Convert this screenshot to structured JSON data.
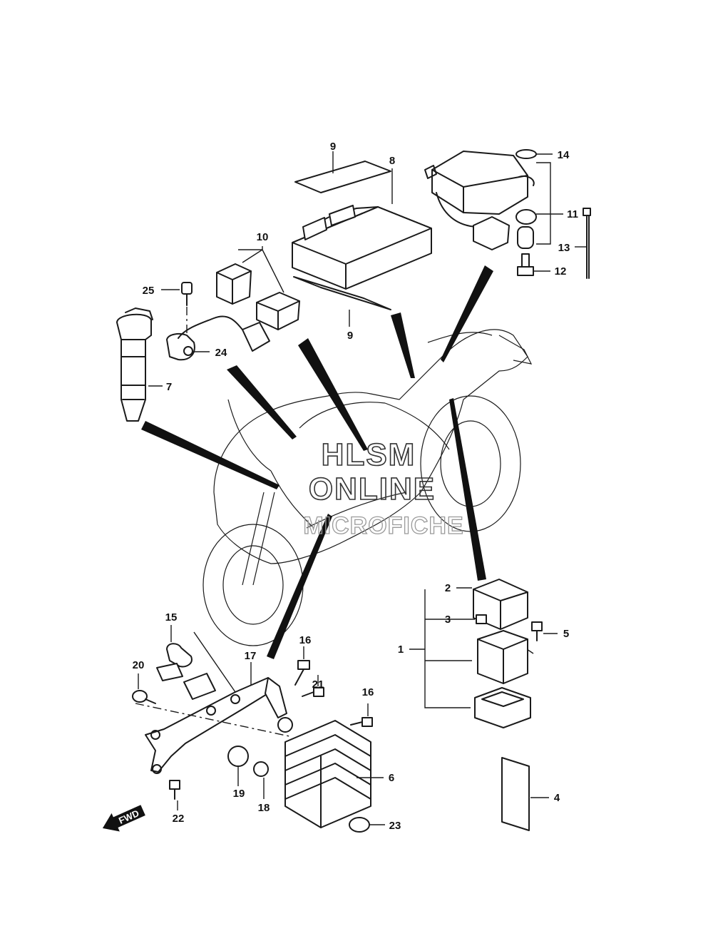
{
  "watermark": {
    "line1": "HLSM",
    "line2": "ONLINE",
    "line3": "MICROFICHE"
  },
  "fwd_label": "FWD",
  "callouts": {
    "c1": "1",
    "c2": "2",
    "c3": "3",
    "c4": "4",
    "c5": "5",
    "c6": "6",
    "c7": "7",
    "c8": "8",
    "c9a": "9",
    "c9b": "9",
    "c10": "10",
    "c11": "11",
    "c12": "12",
    "c13": "13",
    "c14": "14",
    "c15": "15",
    "c16a": "16",
    "c16b": "16",
    "c17": "17",
    "c18": "18",
    "c19": "19",
    "c20": "20",
    "c21": "21",
    "c22": "22",
    "c23": "23",
    "c24": "24",
    "c25": "25"
  },
  "colors": {
    "line": "#1a1a1a",
    "background": "#ffffff",
    "watermark_dark": "#333333",
    "watermark_light": "#9a9a9a"
  }
}
